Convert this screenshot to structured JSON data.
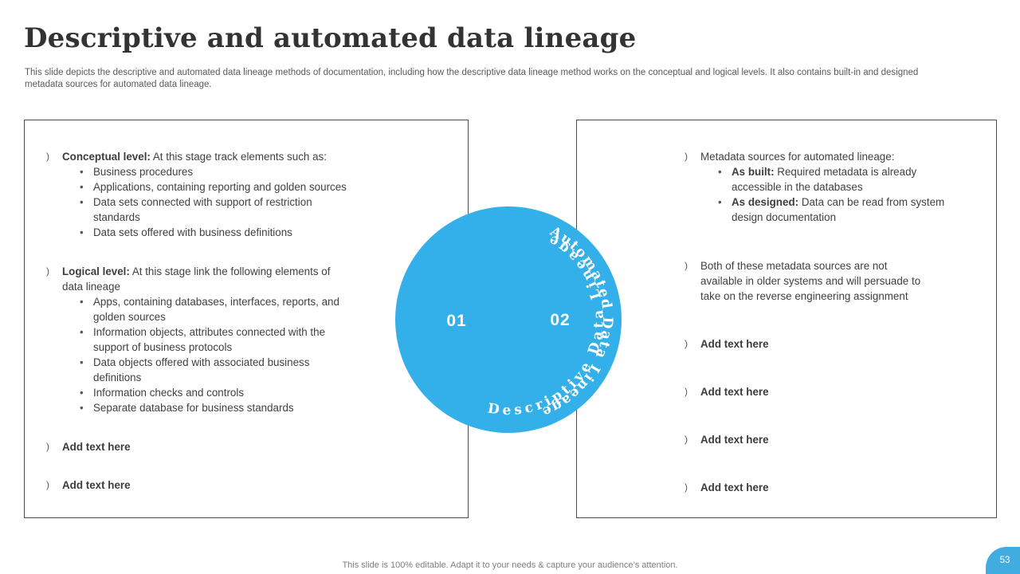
{
  "slide": {
    "title": "Descriptive and automated data lineage",
    "subtitle": "This slide depicts the descriptive and automated data lineage methods of documentation, including how the descriptive data lineage method works on the conceptual and logical levels. It also contains built-in and designed\nmetadata sources for automated data lineage.",
    "footer": "This slide is 100% editable. Adapt it to your needs & capture your audience’s attention.",
    "page_number": "53"
  },
  "markers": {
    "level1": ")",
    "level2": "•"
  },
  "colors": {
    "accent_blue": "#33B0EA",
    "badge_blue": "#41ACDF",
    "body_text": "#404040",
    "border_gray": "#4d4d4d"
  },
  "circle": {
    "left_arc_label": "Descriptive Data Lineage",
    "right_arc_label": "Automated Data Lineage",
    "left_number": "01",
    "right_number": "02"
  },
  "left_panel": {
    "item1": {
      "label": "Conceptual level:",
      "text": "At this stage track elements such as:",
      "subs": [
        "Business procedures",
        "Applications, containing reporting and golden sources",
        "Data sets connected with support of restriction\nstandards",
        "Data sets offered with business definitions"
      ]
    },
    "item2": {
      "label": "Logical level:",
      "text": "At this stage link the following elements of\ndata lineage",
      "subs": [
        "Apps, containing databases, interfaces, reports, and\ngolden sources",
        "Information objects, attributes connected with the\nsupport of business protocols",
        "Data objects offered with associated business\ndefinitions",
        "Information checks and controls",
        "Separate database for business standards"
      ]
    },
    "add1": "Add text here",
    "add2": "Add text here"
  },
  "right_panel": {
    "item1": {
      "text": "Metadata sources for automated lineage:",
      "subs": [
        {
          "label": "As built:",
          "text": "Required metadata is already\naccessible in the databases"
        },
        {
          "label": "As designed:",
          "text": "Data can be read from system\ndesign documentation"
        }
      ]
    },
    "item2": {
      "text": "Both of these metadata sources are not\navailable in older systems and will persuade to\ntake on the reverse engineering assignment"
    },
    "add1": "Add text here",
    "add2": "Add text here",
    "add3": "Add text here",
    "add4": "Add text here"
  }
}
